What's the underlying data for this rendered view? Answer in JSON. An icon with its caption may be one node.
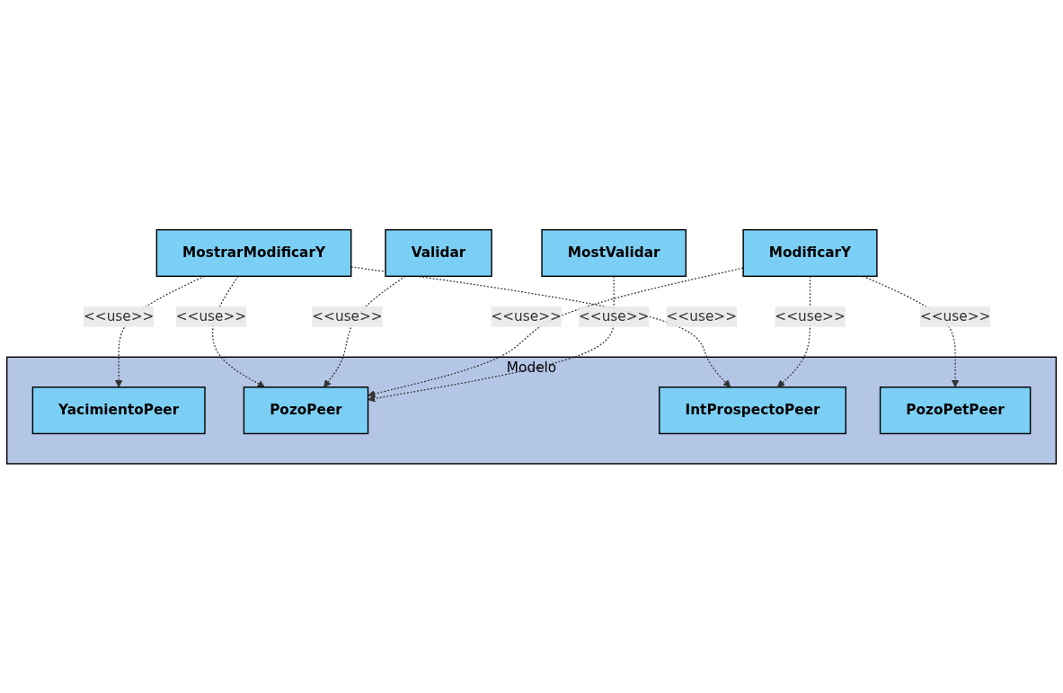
{
  "diagram": {
    "nodes": [
      {
        "text": [
          "MostrarModificarY"
        ]
      },
      {
        "text": [
          "Validar"
        ]
      },
      {
        "text": [
          "ModificarY"
        ]
      },
      {
        "text": [
          "MostValidar"
        ]
      },
      {
        "text": [
          "Modelo"
        ]
      },
      {
        "text": [
          "YacimientoPeer"
        ],
        "in": 4
      },
      {
        "text": [
          "PozoPeer"
        ],
        "in": 4
      },
      {
        "text": [
          "IntProspectoPeer"
        ],
        "in": 4
      },
      {
        "text": [
          "PozoPetPeer"
        ],
        "in": 4
      }
    ],
    "edges": [
      {
        "from": 0,
        "to": 5,
        "arrow": "to",
        "label": "<<use>>",
        "style": "dashed"
      },
      {
        "from": 0,
        "to": 6,
        "arrow": "to",
        "label": "<<use>>",
        "style": "dashed"
      },
      {
        "from": 0,
        "to": 7,
        "arrow": "to",
        "label": "<<use>>",
        "style": "dashed"
      },
      {
        "from": 1,
        "to": 6,
        "arrow": "to",
        "label": "<<use>>",
        "style": "dashed"
      },
      {
        "from": 2,
        "to": 8,
        "arrow": "to",
        "label": "<<use>>",
        "style": "dashed"
      },
      {
        "from": 2,
        "to": 6,
        "arrow": "to",
        "label": "<<use>>",
        "style": "dashed"
      },
      {
        "from": 2,
        "to": 7,
        "arrow": "to",
        "label": "<<use>>",
        "style": "dashed"
      },
      {
        "from": 3,
        "to": 6,
        "arrow": "to",
        "label": "<<use>>",
        "style": "dashed"
      }
    ]
  }
}
